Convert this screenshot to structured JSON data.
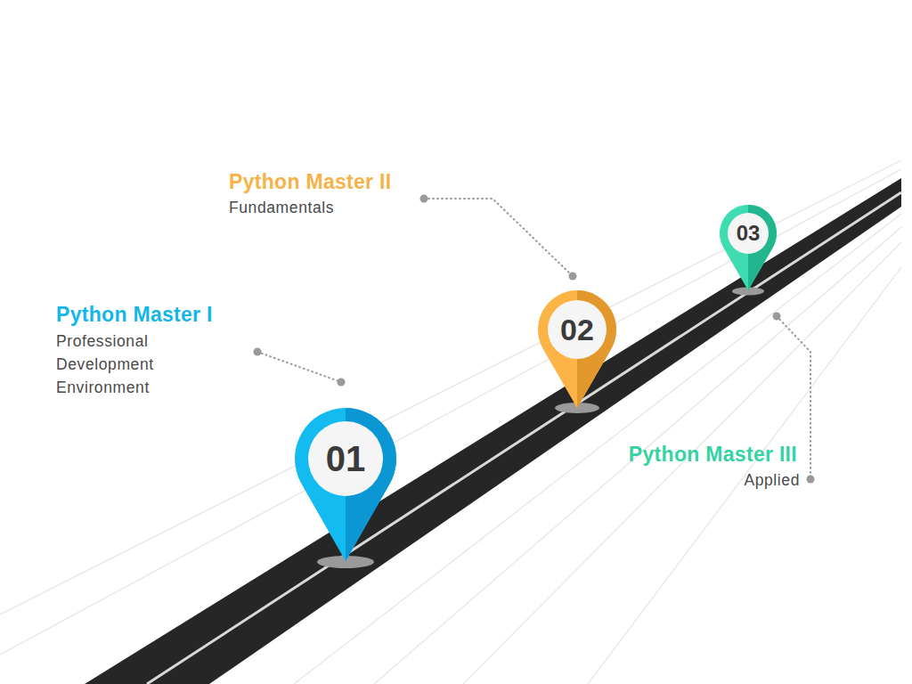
{
  "diagram": {
    "nodes": [
      {
        "text": [
          "01"
        ]
      },
      {
        "text": [
          "02"
        ]
      },
      {
        "text": [
          "03"
        ]
      }
    ],
    "labels": [
      "Python Master I",
      "Professional Development Environment",
      "Python Master II",
      "Fundamentals",
      "Python Master III",
      "Applied"
    ]
  }
}
